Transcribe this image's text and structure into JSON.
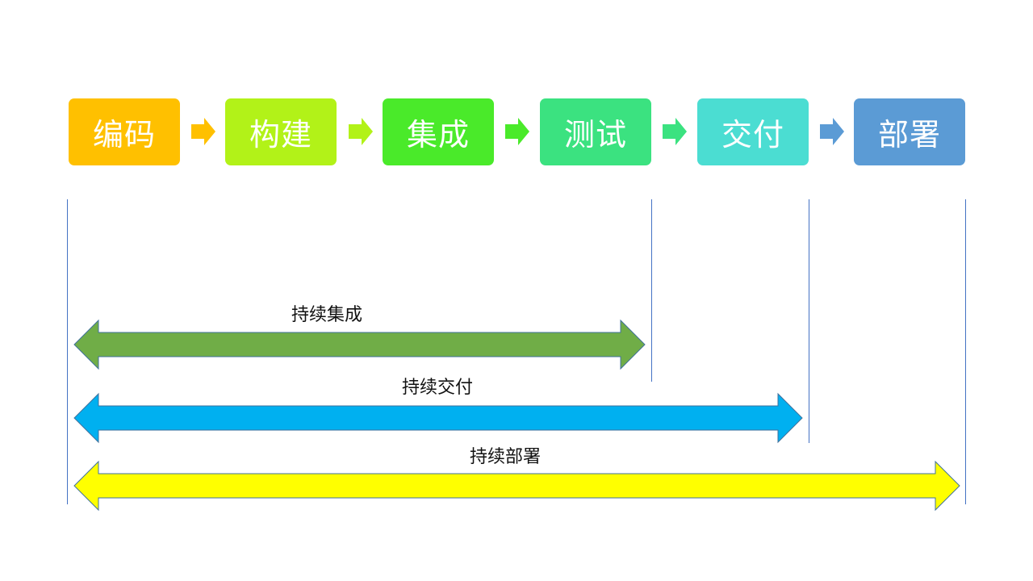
{
  "steps": [
    {
      "label": "编码",
      "color": "#FFC000"
    },
    {
      "label": "构建",
      "color": "#B2F218"
    },
    {
      "label": "集成",
      "color": "#4AEA2A"
    },
    {
      "label": "测试",
      "color": "#3BE280"
    },
    {
      "label": "交付",
      "color": "#4BDDD2"
    },
    {
      "label": "部署",
      "color": "#5B9BD5"
    }
  ],
  "spans": [
    {
      "label": "持续集成",
      "color": "#70AD47",
      "from_step": "编码",
      "to_step": "测试"
    },
    {
      "label": "持续交付",
      "color": "#00B0F0",
      "from_step": "编码",
      "to_step": "交付"
    },
    {
      "label": "持续部署",
      "color": "#FFFF00",
      "from_step": "编码",
      "to_step": "部署"
    }
  ],
  "colors": {
    "guide_line": "#4472C4",
    "arrow_outline": "#41719C"
  }
}
